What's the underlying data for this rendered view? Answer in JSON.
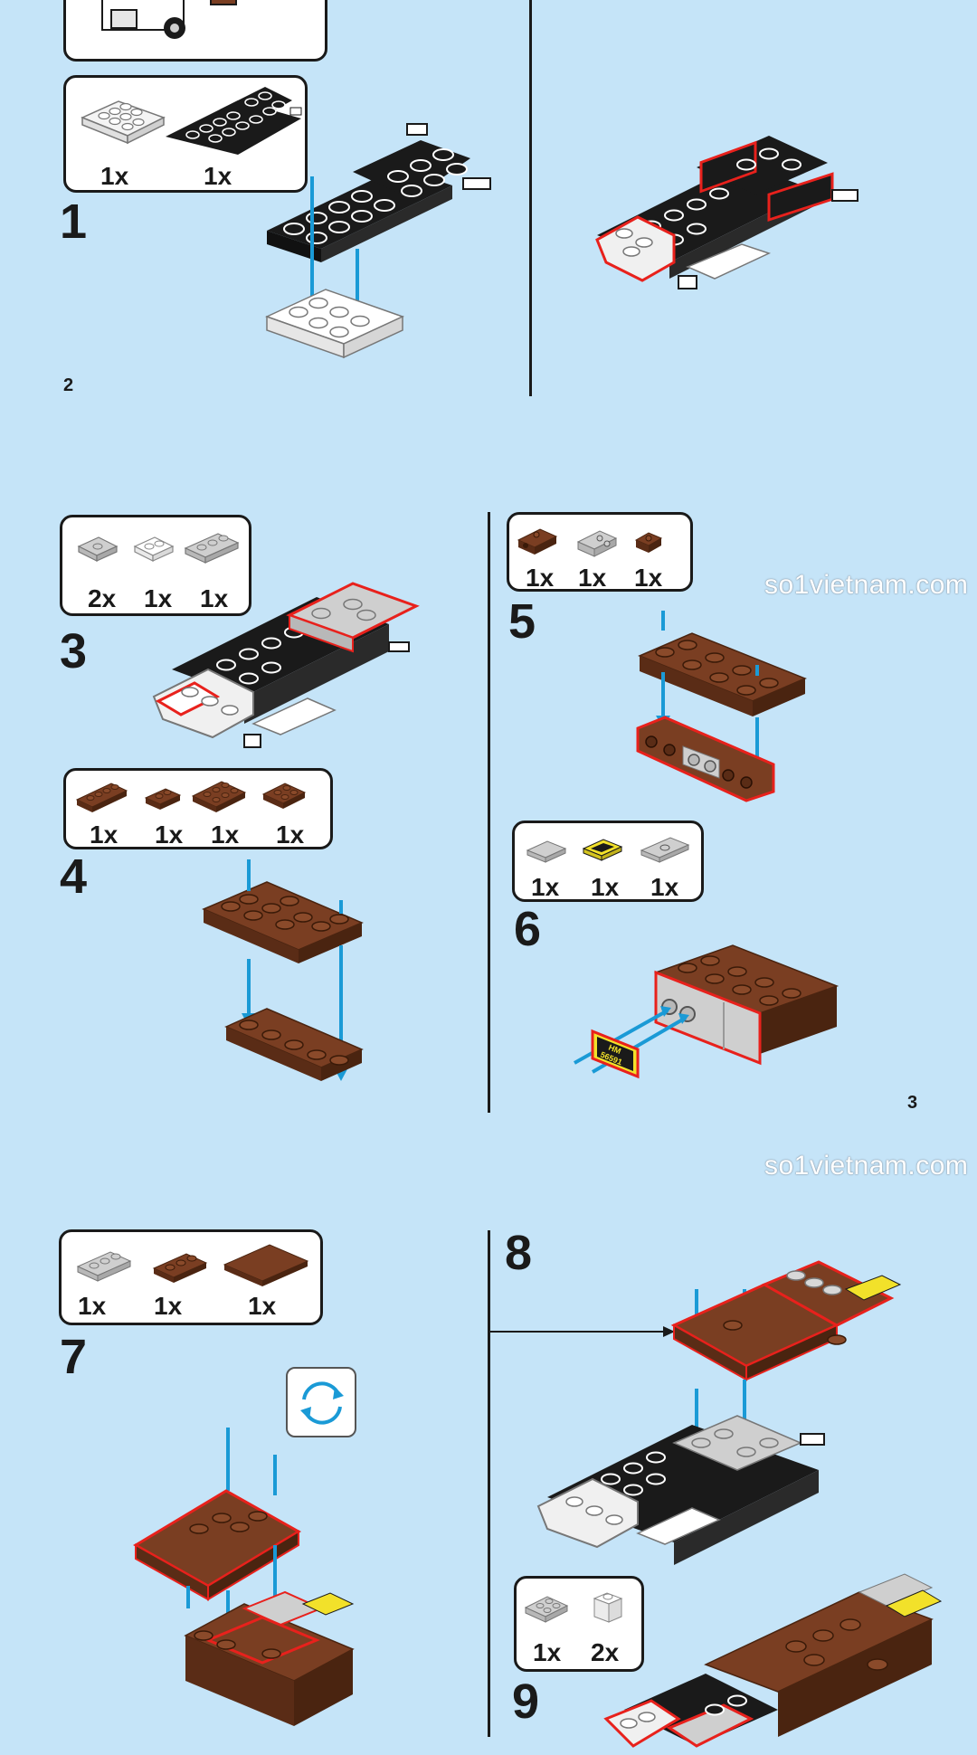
{
  "pages": {
    "top_page_number": "2",
    "mid_page_number": "3"
  },
  "watermarks": [
    "so1vietnam.com",
    "so1vietnam.com"
  ],
  "colors": {
    "background": "#c5e4f8",
    "black_brick": "#1a1a1a",
    "brown_brick": "#7a3e22",
    "light_gray_brick": "#cfcfcf",
    "yellow_brick": "#f2e12a",
    "highlight_outline": "#e8211c",
    "arrow_blue": "#1a9ad6"
  },
  "steps": [
    {
      "number": "1",
      "parts": [
        {
          "qty": "1x",
          "icon": "white-plate-2x4-icon"
        },
        {
          "qty": "1x",
          "icon": "black-chassis-icon"
        }
      ]
    },
    {
      "number": "3",
      "parts": [
        {
          "qty": "2x",
          "icon": "gray-plate-1x2-icon"
        },
        {
          "qty": "1x",
          "icon": "white-plate-1x2-icon"
        },
        {
          "qty": "1x",
          "icon": "gray-plate-1x3-icon"
        }
      ]
    },
    {
      "number": "4",
      "parts": [
        {
          "qty": "1x",
          "icon": "brown-plate-1x4-icon"
        },
        {
          "qty": "1x",
          "icon": "brown-plate-1x2-icon"
        },
        {
          "qty": "1x",
          "icon": "brown-plate-2x3-icon"
        },
        {
          "qty": "1x",
          "icon": "brown-plate-2x2-icon"
        }
      ]
    },
    {
      "number": "5",
      "parts": [
        {
          "qty": "1x",
          "icon": "brown-bracket-icon"
        },
        {
          "qty": "1x",
          "icon": "gray-bracket-icon"
        },
        {
          "qty": "1x",
          "icon": "brown-bracket-small-icon"
        }
      ]
    },
    {
      "number": "6",
      "parts": [
        {
          "qty": "1x",
          "icon": "gray-tile-icon"
        },
        {
          "qty": "1x",
          "icon": "yellow-license-tile-icon"
        },
        {
          "qty": "1x",
          "icon": "gray-plate-jumper-icon"
        }
      ]
    },
    {
      "number": "7",
      "parts": [
        {
          "qty": "1x",
          "icon": "gray-plate-1x3-icon"
        },
        {
          "qty": "1x",
          "icon": "brown-plate-1x3-icon"
        },
        {
          "qty": "1x",
          "icon": "brown-plate-3x4-icon"
        }
      ]
    },
    {
      "number": "8",
      "parts": []
    },
    {
      "number": "9",
      "parts": [
        {
          "qty": "1x",
          "icon": "gray-plate-2x2-icon"
        },
        {
          "qty": "2x",
          "icon": "white-brick-1x1-icon"
        }
      ]
    }
  ],
  "license_plate_text": {
    "line1": "HM",
    "line2": "56591"
  }
}
